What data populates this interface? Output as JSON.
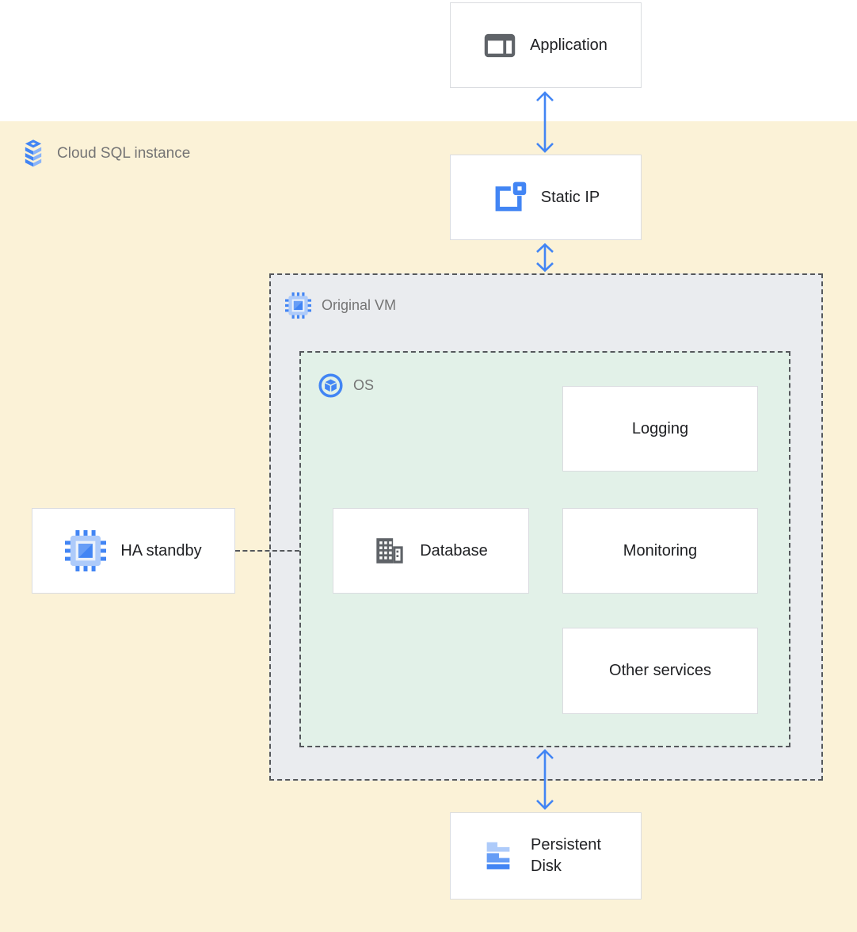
{
  "diagram": {
    "groups": {
      "cloud_sql": {
        "label": "Cloud SQL instance"
      },
      "original_vm": {
        "label": "Original VM"
      },
      "os": {
        "label": "OS"
      }
    },
    "nodes": {
      "application": {
        "label": "Application"
      },
      "static_ip": {
        "label": "Static IP"
      },
      "ha_standby": {
        "label": "HA standby"
      },
      "database": {
        "label": "Database"
      },
      "logging": {
        "label": "Logging"
      },
      "monitoring": {
        "label": "Monitoring"
      },
      "other_services": {
        "label": "Other services"
      },
      "persistent_disk": {
        "label": "Persistent Disk"
      }
    },
    "icons": {
      "application": "application-window-icon",
      "cloud_sql": "cloud-sql-stack-icon",
      "static_ip": "static-ip-icon",
      "original_vm": "compute-engine-chip-icon",
      "ha_standby": "compute-engine-chip-icon",
      "os": "os-cube-circle-icon",
      "database": "database-building-icon",
      "persistent_disk": "persistent-disk-zigzag-icon",
      "arrows": "double-headed-arrow-icon"
    },
    "colors": {
      "background_top": "#FFFFFF",
      "background_main": "#FBF2D7",
      "vm_container_bg": "#EAECEF",
      "os_container_bg": "#E2F1E8",
      "node_bg": "#FFFFFF",
      "node_border": "#DADCE0",
      "dashed_border": "#55585C",
      "arrow_blue": "#4285F4",
      "icon_gray": "#5F6368",
      "icon_blue": "#4285F4",
      "icon_blue_mid": "#669DF6",
      "icon_blue_light": "#AECBFA",
      "group_label_text": "#757575",
      "node_text": "#202124"
    }
  }
}
